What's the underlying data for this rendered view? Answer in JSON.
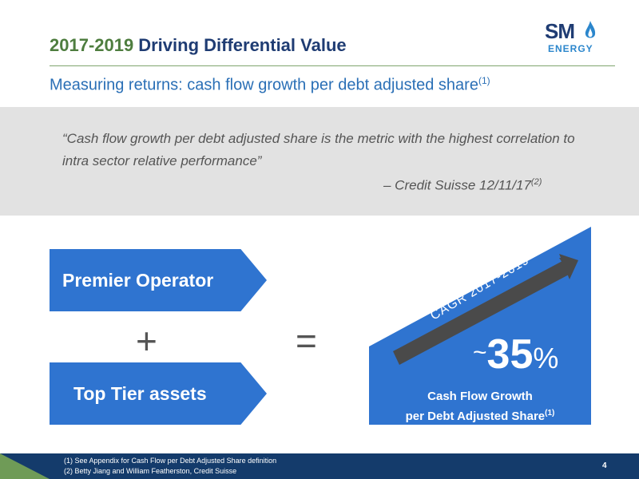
{
  "header": {
    "title_year": "2017-2019",
    "title_text": "Driving Differential Value",
    "subtitle": "Measuring returns: cash flow growth per debt adjusted share",
    "subtitle_note": "(1)"
  },
  "logo": {
    "text_main": "SM",
    "text_sub": "ENERGY",
    "icon": "flame-icon"
  },
  "quote": {
    "text": "“Cash flow growth per debt adjusted share is the metric with the highest correlation to intra sector relative performance”",
    "attribution": "– Credit Suisse 12/11/17",
    "attribution_note": "(2)"
  },
  "equation": {
    "box1": "Premier Operator",
    "box2": "Top Tier assets",
    "plus": "+",
    "equals": "=",
    "cagr_label": "CAGR 2017-2019",
    "value_prefix": "~",
    "value": "35",
    "value_suffix": "%",
    "result_line1": "Cash Flow Growth",
    "result_line2": "per Debt Adjusted Share",
    "result_note": "(1)"
  },
  "footnotes": {
    "note1": "(1)   See Appendix for Cash Flow per Debt Adjusted Share definition",
    "note2": "(2)   Betty Jiang and William Featherston, Credit Suisse"
  },
  "page_number": "4",
  "colors": {
    "brand_navy": "#1f3c73",
    "accent_green": "#4e7d3f",
    "chevron_blue": "#2f74d0",
    "footer_navy": "#143b6b",
    "arrow_gray": "#4a4a4a"
  }
}
